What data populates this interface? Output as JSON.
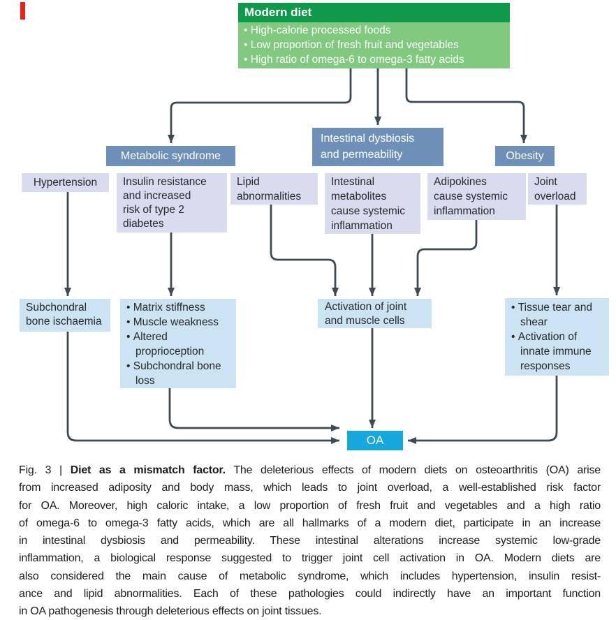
{
  "colors": {
    "header_green": "#0e9a4a",
    "body_green": "#80c97f",
    "steel_blue": "#6e90b8",
    "lavender": "#d9dbee",
    "light_blue": "#cbe3f2",
    "oa_cyan": "#16a7dc",
    "connector": "#3e4a54",
    "red_tab": "#e7231c"
  },
  "diagram": {
    "modern_diet": {
      "title": "Modern diet",
      "bullets": [
        "High-calorie processed foods",
        "Low proportion of fresh fruit and vegetables",
        "High ratio of omega-6 to omega-3 fatty acids"
      ]
    },
    "metabolic_syndrome": "Metabolic syndrome",
    "intestinal_dysbiosis": "Intestinal dysbiosis\nand permeability",
    "obesity": "Obesity",
    "hypertension": "Hypertension",
    "insulin_resistance": "Insulin resistance\nand increased\nrisk of type 2\ndiabetes",
    "lipid_abnormalities": "Lipid\nabnormalities",
    "intestinal_metabolites": "Intestinal\nmetabolites\ncause systemic\ninflammation",
    "adipokines": "Adipokines\ncause systemic\ninflammation",
    "joint_overload": "Joint\noverload",
    "subchondral_ischaemia": "Subchondral\nbone ischaemia",
    "matrix_effects": [
      "Matrix stiffness",
      "Muscle weakness",
      "Altered proprioception",
      "Subchondral bone loss"
    ],
    "activation_cells": "Activation of joint\nand muscle cells",
    "tissue_effects": [
      "Tissue tear and shear",
      "Activation of innate immune responses"
    ],
    "oa": "OA"
  },
  "caption": {
    "fig_label": "Fig. 3 | ",
    "bold_title": "Diet as a mismatch factor.",
    "line1_rest": " The deleterious effects of modern diets on osteoarthritis (OA) arise",
    "lines": [
      "from increased adiposity and body mass, which leads to joint overload, a well-established risk factor",
      "for OA. Moreover, high caloric intake, a low proportion of fresh fruit and vegetables and a high ratio",
      "of omega-6 to omega-3 fatty acids, which are all hallmarks of a modern diet, participate in an increase",
      "in intestinal dysbiosis and permeability. These intestinal alterations increase systemic low-grade",
      "inflammation, a biological response suggested to trigger joint cell activation in OA. Modern diets are",
      "also considered the main cause of metabolic syndrome, which includes hypertension, insulin resist-",
      "ance and lipid abnormalities. Each of these pathologies could indirectly have an important function",
      "in OA pathogenesis through deleterious effects on joint tissues."
    ]
  }
}
